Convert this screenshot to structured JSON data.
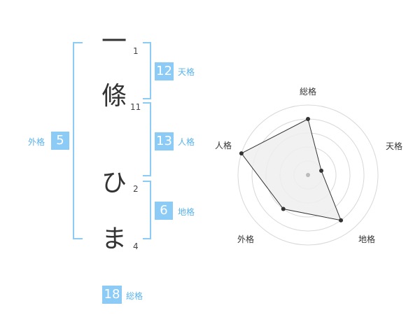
{
  "name": {
    "chars": [
      {
        "char": "一",
        "strokes": "1"
      },
      {
        "char": "條",
        "strokes": "11"
      },
      {
        "char": "ひ",
        "strokes": "2"
      },
      {
        "char": "ま",
        "strokes": "4"
      }
    ]
  },
  "kaku": {
    "tenkaku": {
      "value": "12",
      "label": "天格"
    },
    "jinkaku": {
      "value": "13",
      "label": "人格"
    },
    "chikaku": {
      "value": "6",
      "label": "地格"
    },
    "gaikaku": {
      "value": "5",
      "label": "外格"
    },
    "soukaku": {
      "value": "18",
      "label": "総格"
    }
  },
  "chart_data": {
    "type": "radar",
    "axes": [
      "総格",
      "天格",
      "地格",
      "外格",
      "人格"
    ],
    "values": [
      4,
      1,
      4,
      3,
      5
    ],
    "max": 5,
    "rings": 5,
    "colors": {
      "fill": "#efefef",
      "line": "#333333",
      "point": "#333333",
      "grid": "#d8d8d8",
      "center": "#bbbbbb"
    }
  },
  "colors": {
    "accent": "#8ccbf5",
    "accent_text": "#5ab3ea"
  }
}
